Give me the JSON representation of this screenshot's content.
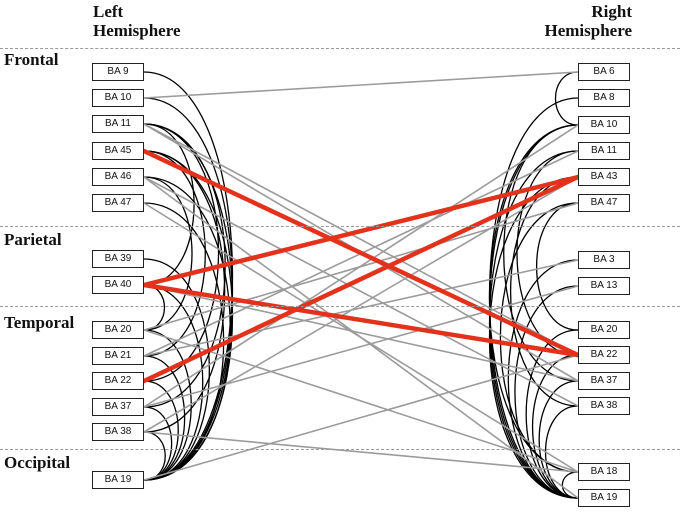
{
  "headers": {
    "left": "Left\nHemisphere",
    "right": "Right\nHemisphere"
  },
  "lobes": [
    {
      "id": "frontal",
      "label": "Frontal"
    },
    {
      "id": "parietal",
      "label": "Parietal"
    },
    {
      "id": "temporal",
      "label": "Temporal"
    },
    {
      "id": "occipital",
      "label": "Occipital"
    }
  ],
  "left_nodes": [
    {
      "id": "L9",
      "label": "BA 9",
      "lobe": "frontal"
    },
    {
      "id": "L10",
      "label": "BA 10",
      "lobe": "frontal"
    },
    {
      "id": "L11",
      "label": "BA 11",
      "lobe": "frontal"
    },
    {
      "id": "L45",
      "label": "BA 45",
      "lobe": "frontal"
    },
    {
      "id": "L46",
      "label": "BA 46",
      "lobe": "frontal"
    },
    {
      "id": "L47",
      "label": "BA 47",
      "lobe": "frontal"
    },
    {
      "id": "L39",
      "label": "BA 39",
      "lobe": "parietal"
    },
    {
      "id": "L40",
      "label": "BA 40",
      "lobe": "parietal"
    },
    {
      "id": "L20",
      "label": "BA 20",
      "lobe": "temporal"
    },
    {
      "id": "L21",
      "label": "BA 21",
      "lobe": "temporal"
    },
    {
      "id": "L22",
      "label": "BA 22",
      "lobe": "temporal"
    },
    {
      "id": "L37",
      "label": "BA 37",
      "lobe": "temporal"
    },
    {
      "id": "L38",
      "label": "BA 38",
      "lobe": "temporal"
    },
    {
      "id": "L19",
      "label": "BA 19",
      "lobe": "occipital"
    }
  ],
  "right_nodes": [
    {
      "id": "R6",
      "label": "BA 6",
      "lobe": "frontal"
    },
    {
      "id": "R8",
      "label": "BA 8",
      "lobe": "frontal"
    },
    {
      "id": "R10",
      "label": "BA 10",
      "lobe": "frontal"
    },
    {
      "id": "R11",
      "label": "BA 11",
      "lobe": "frontal"
    },
    {
      "id": "R43",
      "label": "BA 43",
      "lobe": "frontal"
    },
    {
      "id": "R47",
      "label": "BA 47",
      "lobe": "frontal"
    },
    {
      "id": "R3",
      "label": "BA 3",
      "lobe": "parietal"
    },
    {
      "id": "R13",
      "label": "BA 13",
      "lobe": "parietal"
    },
    {
      "id": "R20",
      "label": "BA 20",
      "lobe": "temporal"
    },
    {
      "id": "R22",
      "label": "BA 22",
      "lobe": "temporal"
    },
    {
      "id": "R37",
      "label": "BA 37",
      "lobe": "temporal"
    },
    {
      "id": "R38",
      "label": "BA 38",
      "lobe": "temporal"
    },
    {
      "id": "R18",
      "label": "BA 18",
      "lobe": "occipital"
    },
    {
      "id": "R19",
      "label": "BA 19",
      "lobe": "occipital"
    }
  ],
  "intra_left_connections": [
    [
      "L9",
      "L19"
    ],
    [
      "L10",
      "L19"
    ],
    [
      "L11",
      "L19"
    ],
    [
      "L11",
      "L40"
    ],
    [
      "L11",
      "L22"
    ],
    [
      "L11",
      "L37"
    ],
    [
      "L45",
      "L19"
    ],
    [
      "L45",
      "L21"
    ],
    [
      "L45",
      "L38"
    ],
    [
      "L46",
      "L19"
    ],
    [
      "L46",
      "L20"
    ],
    [
      "L47",
      "L19"
    ],
    [
      "L39",
      "L19"
    ],
    [
      "L40",
      "L19"
    ],
    [
      "L40",
      "L20"
    ],
    [
      "L20",
      "L19"
    ],
    [
      "L21",
      "L19"
    ],
    [
      "L22",
      "L19"
    ],
    [
      "L37",
      "L19"
    ],
    [
      "L38",
      "L19"
    ]
  ],
  "intra_right_connections": [
    [
      "R6",
      "R10"
    ],
    [
      "R8",
      "R19"
    ],
    [
      "R10",
      "R19"
    ],
    [
      "R10",
      "R18"
    ],
    [
      "R10",
      "R37"
    ],
    [
      "R11",
      "R19"
    ],
    [
      "R11",
      "R22"
    ],
    [
      "R43",
      "R19"
    ],
    [
      "R43",
      "R38"
    ],
    [
      "R47",
      "R18"
    ],
    [
      "R47",
      "R20"
    ],
    [
      "R3",
      "R19"
    ],
    [
      "R13",
      "R19"
    ],
    [
      "R20",
      "R19"
    ],
    [
      "R22",
      "R19"
    ],
    [
      "R37",
      "R19"
    ],
    [
      "R38",
      "R19"
    ],
    [
      "R18",
      "R19"
    ]
  ],
  "inter_connections_gray": [
    [
      "L10",
      "R6"
    ],
    [
      "L11",
      "R22"
    ],
    [
      "L11",
      "R37"
    ],
    [
      "L46",
      "R19"
    ],
    [
      "L46",
      "R38"
    ],
    [
      "L47",
      "R18"
    ],
    [
      "L40",
      "R37"
    ],
    [
      "L20",
      "R47"
    ],
    [
      "L20",
      "R18"
    ],
    [
      "L21",
      "R11"
    ],
    [
      "L21",
      "R3"
    ],
    [
      "L37",
      "R13"
    ],
    [
      "L37",
      "R10"
    ],
    [
      "L38",
      "R18"
    ],
    [
      "L38",
      "R43"
    ],
    [
      "L19",
      "R22"
    ]
  ],
  "inter_connections_highlight": [
    [
      "L45",
      "R22"
    ],
    [
      "L40",
      "R43"
    ],
    [
      "L40",
      "R22"
    ],
    [
      "L22",
      "R43"
    ]
  ],
  "colors": {
    "highlight": "#e3321b",
    "gray": "#9b9b9b",
    "intra": "#000000",
    "divider": "#9a9a9a"
  }
}
